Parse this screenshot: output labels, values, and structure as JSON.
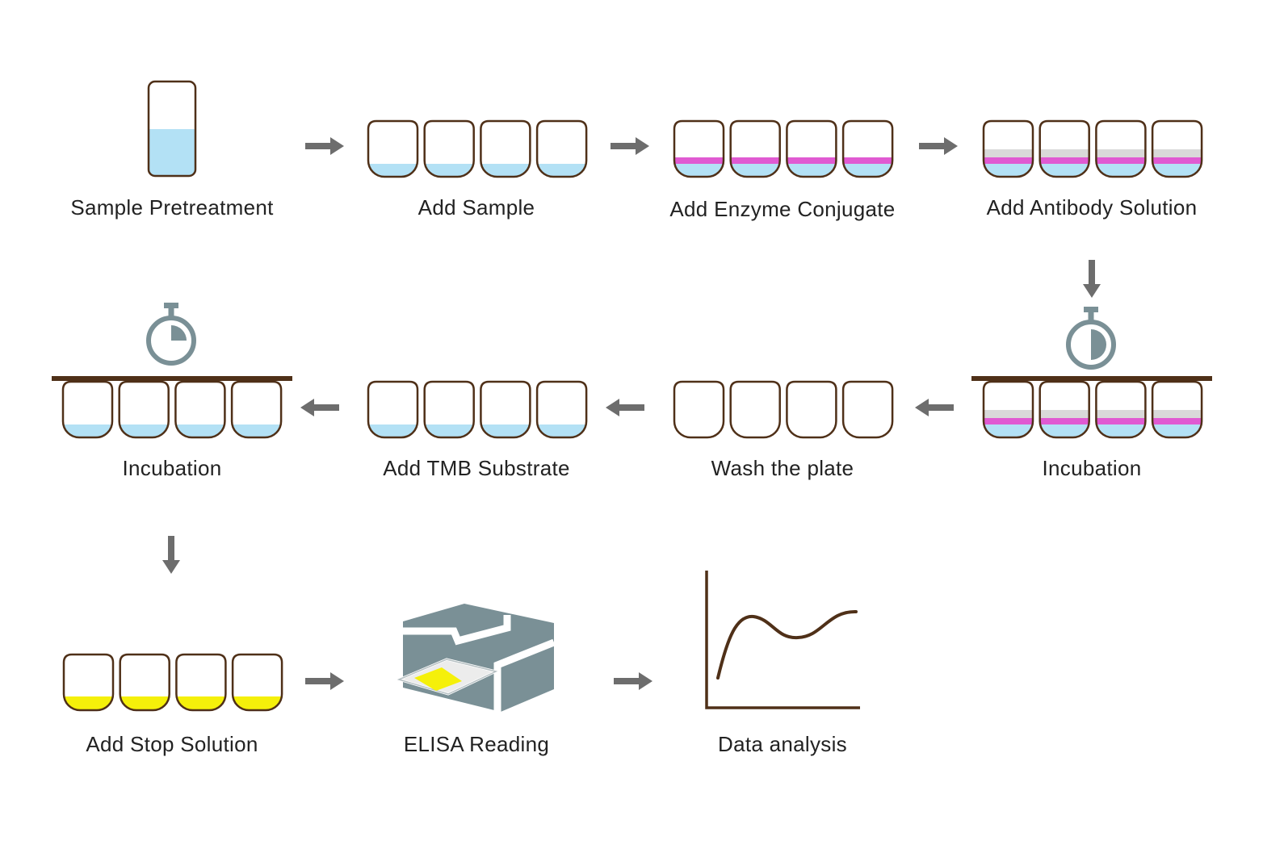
{
  "colors": {
    "outline": "#4f3018",
    "liquid": "#b3e1f5",
    "enzyme": "#e05ad2",
    "antibody": "#d9d9d9",
    "stop": "#f5f00a",
    "arrow": "#6d6d6d",
    "timer": "#7a9096",
    "reader": "#7a9096",
    "text": "#222222"
  },
  "steps": [
    {
      "id": "sample-pretreatment",
      "label": "Sample Pretreatment",
      "icon": "tube-icon"
    },
    {
      "id": "add-sample",
      "label": "Add Sample",
      "icon": "wells-icon"
    },
    {
      "id": "add-enzyme-conjugate",
      "label": "Add Enzyme Conjugate",
      "icon": "wells-icon"
    },
    {
      "id": "add-antibody-solution",
      "label": "Add Antibody Solution",
      "icon": "wells-icon"
    },
    {
      "id": "incubation-1",
      "label": "Incubation",
      "icon": "timer-icon"
    },
    {
      "id": "wash-the-plate",
      "label": "Wash the plate",
      "icon": "wells-icon"
    },
    {
      "id": "add-tmb-substrate",
      "label": "Add TMB Substrate",
      "icon": "wells-icon"
    },
    {
      "id": "incubation-2",
      "label": "Incubation",
      "icon": "timer-icon"
    },
    {
      "id": "add-stop-solution",
      "label": "Add Stop Solution",
      "icon": "wells-icon"
    },
    {
      "id": "elisa-reading",
      "label": "ELISA Reading",
      "icon": "plate-reader-icon"
    },
    {
      "id": "data-analysis",
      "label": "Data analysis",
      "icon": "chart-icon"
    }
  ]
}
